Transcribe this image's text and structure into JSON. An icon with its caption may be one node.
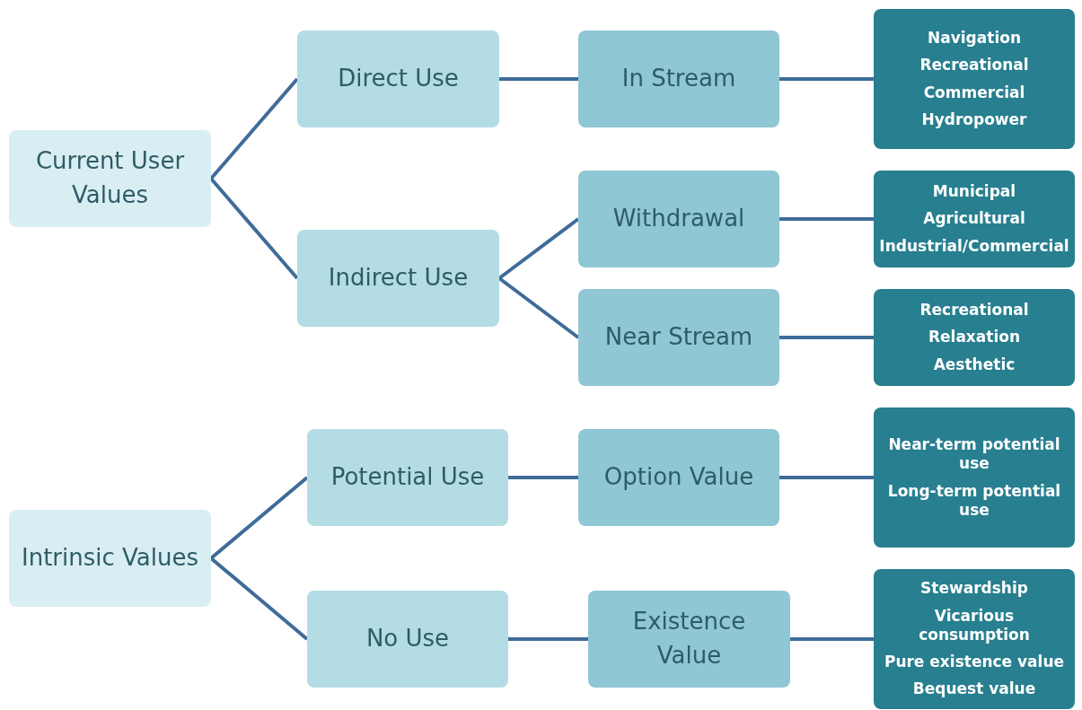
{
  "diagram": {
    "nodes": [
      {
        "text": [
          "Current User Values"
        ]
      },
      {
        "text": [
          "Direct Use"
        ]
      },
      {
        "text": [
          "Indirect Use"
        ]
      },
      {
        "text": [
          "In Stream"
        ]
      },
      {
        "text": [
          "Withdrawal"
        ]
      },
      {
        "text": [
          "Near Stream"
        ]
      },
      {
        "text": [
          "Navigation",
          "Recreational",
          "Commercial",
          "Hydropower"
        ]
      },
      {
        "text": [
          "Municipal",
          "Agricultural",
          "Industrial/Commercial"
        ]
      },
      {
        "text": [
          "Recreational",
          "Relaxation",
          "Aesthetic"
        ]
      },
      {
        "text": [
          "Intrinsic Values"
        ]
      },
      {
        "text": [
          "Potential Use"
        ]
      },
      {
        "text": [
          "No Use"
        ]
      },
      {
        "text": [
          "Option Value"
        ]
      },
      {
        "text": [
          "Existence Value"
        ]
      },
      {
        "text": [
          "Near-term potential use",
          "Long-term potential use"
        ]
      },
      {
        "text": [
          "Stewardship",
          "Vicarious consumption",
          "Pure existence value",
          "Bequest value"
        ]
      }
    ],
    "edges": [
      {
        "from": 0,
        "to": 1,
        "arrow": "none"
      },
      {
        "from": 0,
        "to": 2,
        "arrow": "none"
      },
      {
        "from": 1,
        "to": 3,
        "arrow": "none"
      },
      {
        "from": 2,
        "to": 4,
        "arrow": "none"
      },
      {
        "from": 2,
        "to": 5,
        "arrow": "none"
      },
      {
        "from": 3,
        "to": 6,
        "arrow": "none"
      },
      {
        "from": 4,
        "to": 7,
        "arrow": "none"
      },
      {
        "from": 5,
        "to": 8,
        "arrow": "none"
      },
      {
        "from": 9,
        "to": 10,
        "arrow": "none"
      },
      {
        "from": 9,
        "to": 11,
        "arrow": "none"
      },
      {
        "from": 10,
        "to": 12,
        "arrow": "none"
      },
      {
        "from": 11,
        "to": 13,
        "arrow": "none"
      },
      {
        "from": 12,
        "to": 14,
        "arrow": "none"
      },
      {
        "from": 13,
        "to": 15,
        "arrow": "none"
      }
    ]
  }
}
